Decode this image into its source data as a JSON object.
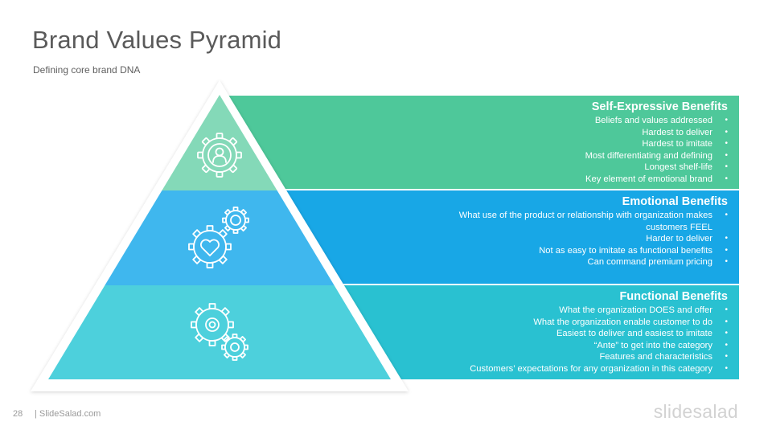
{
  "title": "Brand Values Pyramid",
  "subtitle": "Defining core brand DNA",
  "colors": {
    "top": "#4ec89a",
    "middle": "#18a7e6",
    "bottom": "#29c1d1"
  },
  "levels": [
    {
      "title": "Self-Expressive Benefits",
      "icon": "user-gear-icon",
      "items": [
        {
          "text": "Beliefs and values addressed",
          "bullet": true
        },
        {
          "text": "Hardest to deliver",
          "bullet": true
        },
        {
          "text": "Hardest to imitate",
          "bullet": true
        },
        {
          "text": "Most differentiating and defining",
          "bullet": true
        },
        {
          "text": "Longest shelf-life",
          "bullet": true
        },
        {
          "text": "Key element of emotional brand",
          "bullet": true
        }
      ]
    },
    {
      "title": "Emotional Benefits",
      "icon": "heart-gear-icon",
      "items": [
        {
          "text": "What use of the product or relationship with organization makes",
          "bullet": true
        },
        {
          "text": "customers FEEL",
          "bullet": false
        },
        {
          "text": "Harder to deliver",
          "bullet": true
        },
        {
          "text": "Not as easy to imitate as functional benefits",
          "bullet": true
        },
        {
          "text": "Can command premium pricing",
          "bullet": true
        }
      ]
    },
    {
      "title": "Functional Benefits",
      "icon": "gears-icon",
      "items": [
        {
          "text": "What the organization DOES and offer",
          "bullet": true
        },
        {
          "text": "What the organization enable customer to do",
          "bullet": true
        },
        {
          "text": "Easiest to deliver and easiest to imitate",
          "bullet": true
        },
        {
          "text": "“Ante” to get into the category",
          "bullet": true
        },
        {
          "text": "Features and characteristics",
          "bullet": true
        },
        {
          "text": "Customers’ expectations for any organization in this category",
          "bullet": true
        }
      ]
    }
  ],
  "footer": {
    "page_number": "28",
    "site": "| SlideSalad.com",
    "logo": "slidesalad"
  }
}
